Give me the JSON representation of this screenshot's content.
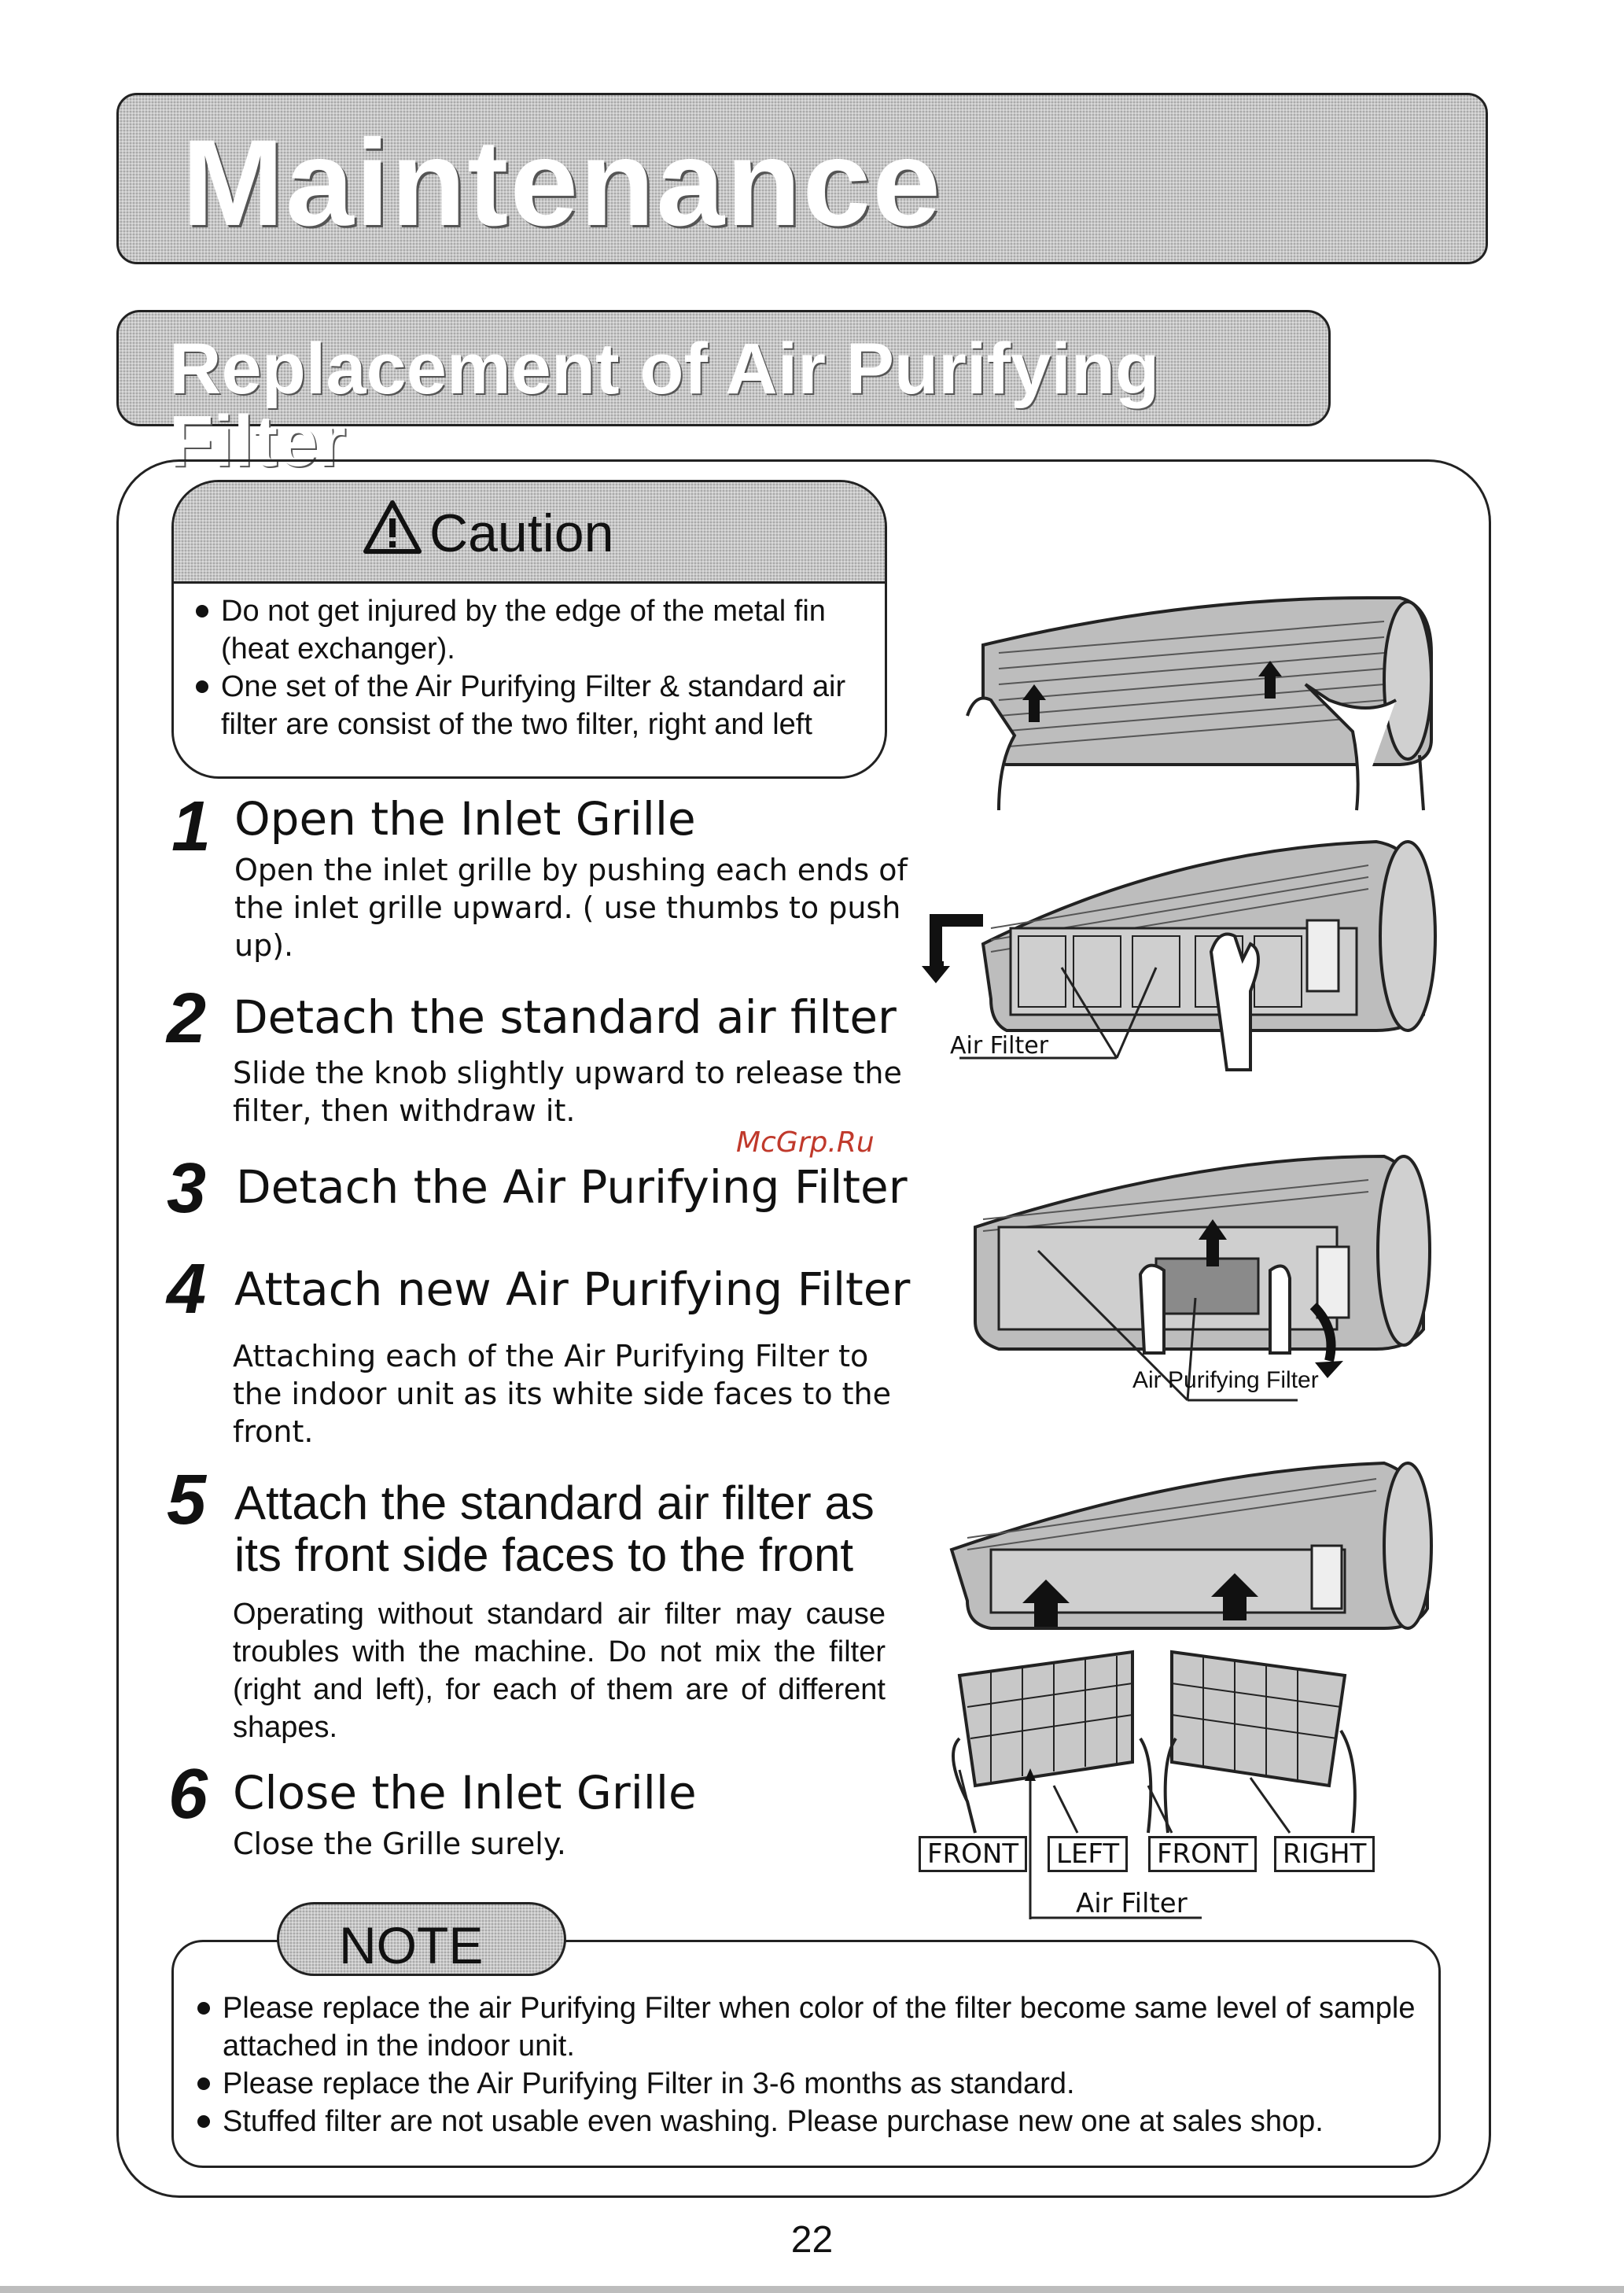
{
  "header": {
    "title": "Maintenance",
    "subtitle": "Replacement of Air Purifying Filter"
  },
  "caution": {
    "title": "Caution",
    "icon": "warning-triangle-icon",
    "items": [
      "Do not get injured by  the  edge of the metal fin (heat exchanger).",
      "One set of the Air  Purifying  Filter  &  standard air filter are consist of the two filter, right and left"
    ]
  },
  "steps": [
    {
      "num": "1",
      "title": "Open the Inlet Grille",
      "desc": "Open the inlet grille by pushing each ends of the inlet grille upward.  ( use  thumbs to push up)."
    },
    {
      "num": "2",
      "title": "Detach the standard air filter",
      "desc": "Slide the knob  slightly  upward to release the filter, then withdraw it."
    },
    {
      "num": "3",
      "title": "Detach the Air Purifying Filter",
      "desc": ""
    },
    {
      "num": "4",
      "title": "Attach new Air Purifying Filter",
      "desc": "Attaching each of  the  Air Purifying Filter to the indoor unit as  its white side faces to the front."
    },
    {
      "num": "5",
      "title": "Attach the  standard air filter as its front side faces to the front",
      "desc": "Operating without standard air filter may cause troubles  with  the machine. Do  not  mix  the filter (right and left),  for  each  of  them  are  of different shapes."
    },
    {
      "num": "6",
      "title": "Close the Inlet Grille",
      "desc": "Close the Grille surely."
    }
  ],
  "watermark": "McGrp.Ru",
  "illustrations": {
    "label_air_filter_1": "Air Filter",
    "label_purifying": "Air Purifying Filter",
    "label_front_1": "FRONT",
    "label_left": "LEFT",
    "label_front_2": "FRONT",
    "label_right": "RIGHT",
    "label_air_filter_2": "Air Filter"
  },
  "note": {
    "title": "NOTE",
    "items": [
      "Please replace the air Purifying Filter when color of the filter become same level of sample attached in the indoor unit.",
      "Please replace the Air Purifying Filter in 3-6 months as standard.",
      "Stuffed filter are not usable even washing. Please purchase new one at sales shop."
    ]
  },
  "page_number": "22"
}
